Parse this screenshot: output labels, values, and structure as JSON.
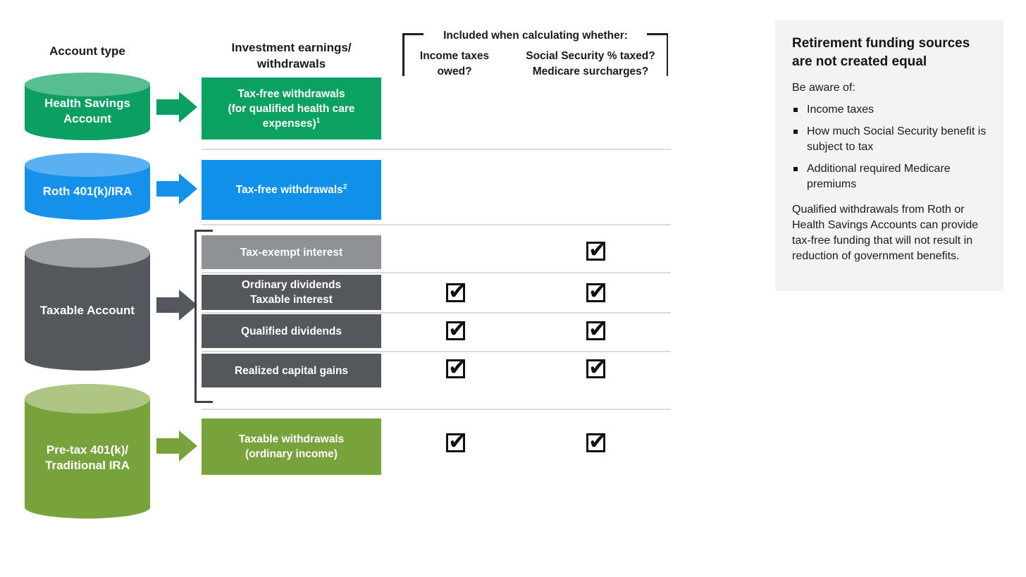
{
  "header": {
    "account_type": "Account type",
    "investment_line1": "Investment earnings/",
    "investment_line2": "withdrawals",
    "included": "Included when calculating whether:",
    "col1_line1": "Income taxes",
    "col1_line2": "owed?",
    "col2_line1": "Social Security % taxed?",
    "col2_line2": "Medicare surcharges?"
  },
  "accounts": {
    "hsa": {
      "name_line1": "Health Savings",
      "name_line2": "Account",
      "color": "#0b9f63",
      "cap_color": "#57bd92"
    },
    "roth": {
      "name": "Roth 401(k)/IRA",
      "color": "#1590eb",
      "cap_color": "#5bb0f2"
    },
    "taxable": {
      "name": "Taxable Account",
      "color": "#54585c",
      "cap_color": "#9ea2a5"
    },
    "pretax": {
      "name_line1": "Pre-tax 401(k)/",
      "name_line2": "Traditional IRA",
      "color": "#78a33c",
      "cap_color": "#aec584"
    }
  },
  "rows": {
    "hsa": {
      "line1": "Tax-free withdrawals",
      "line2": "(for qualified health care",
      "line3": "expenses)",
      "footnote": "1",
      "checks": {
        "income_taxes": false,
        "social_medicare": false
      }
    },
    "roth": {
      "label": "Tax-free withdrawals",
      "footnote": "2",
      "checks": {
        "income_taxes": false,
        "social_medicare": false
      }
    },
    "taxable": [
      {
        "label": "Tax-exempt interest",
        "checks": {
          "income_taxes": false,
          "social_medicare": true
        }
      },
      {
        "line1": "Ordinary dividends",
        "line2": "Taxable interest",
        "checks": {
          "income_taxes": true,
          "social_medicare": true
        }
      },
      {
        "label": "Qualified dividends",
        "checks": {
          "income_taxes": true,
          "social_medicare": true
        }
      },
      {
        "label": "Realized capital gains",
        "checks": {
          "income_taxes": true,
          "social_medicare": true
        }
      }
    ],
    "pretax": {
      "line1": "Taxable withdrawals",
      "line2": "(ordinary income)",
      "checks": {
        "income_taxes": true,
        "social_medicare": true
      }
    }
  },
  "sidebar": {
    "title": "Retirement funding sources are not created equal",
    "intro": "Be aware of:",
    "bullets": [
      "Income taxes",
      "How much Social Security benefit is subject to tax",
      "Additional required Medicare premiums"
    ],
    "paragraph": "Qualified withdrawals from Roth or Health Savings Accounts can provide tax-free funding that will not result in reduction of government benefits.",
    "background": "#f2f3f4"
  },
  "colors": {
    "hsa_green": "#0b9f63",
    "roth_blue": "#1590eb",
    "taxable_dark_gray": "#54585c",
    "tax_exempt_gray": "#8e9296",
    "pretax_olive": "#78a33c",
    "separator": "#dcdcdc",
    "text": "#1a1a1a",
    "checkbox": "#101010"
  }
}
